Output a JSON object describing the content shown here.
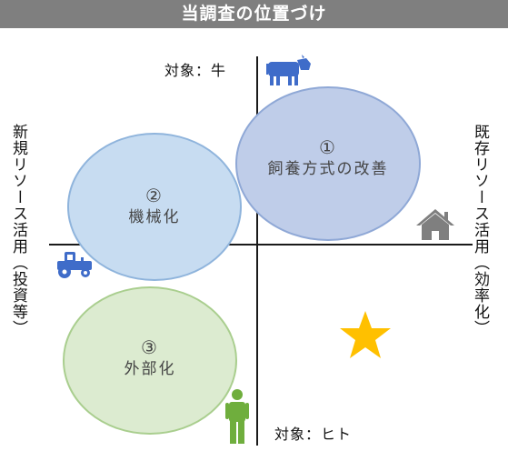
{
  "title": "当調査の位置づけ",
  "axis_labels": {
    "top": "対象：牛",
    "bottom": "対象：ヒト",
    "left": "新規リソース活用（投資等）",
    "right": "既存リソース活用（効率化）"
  },
  "ellipses": [
    {
      "number": "①",
      "label": "飼養方式の改善",
      "color": "#bfcde9"
    },
    {
      "number": "②",
      "label": "機械化",
      "color": "#c7dcf1"
    },
    {
      "number": "③",
      "label": "外部化",
      "color": "#dcebd0"
    }
  ],
  "icons": [
    "cow-icon",
    "house-icon",
    "tractor-icon",
    "person-icon",
    "star-icon"
  ],
  "colors": {
    "title_bg": "#7f7f7f",
    "cow": "#3f6cc9",
    "house": "#7f7f7f",
    "tractor": "#3f6cc9",
    "person": "#6fae3d",
    "star": "#ffc000"
  }
}
